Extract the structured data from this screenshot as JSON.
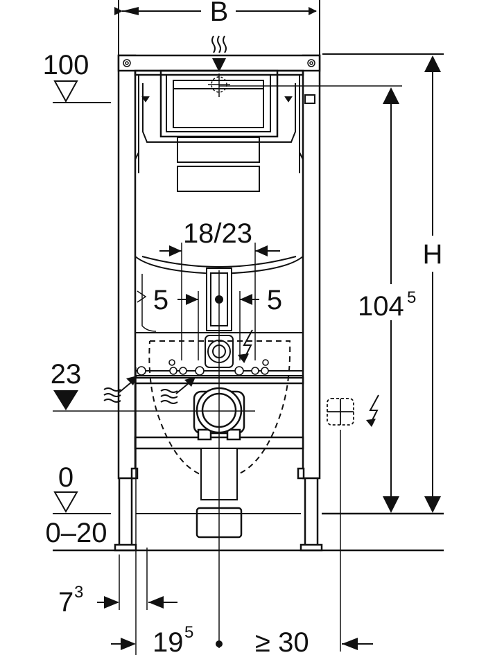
{
  "labels": {
    "width": "B",
    "height": "H",
    "level_top": "100",
    "level_mid": "23",
    "level_floor": "0",
    "floor_range": "0–20",
    "spacing": "18/23",
    "offset_left": "5",
    "offset_right": "5",
    "frame_height_main": "104",
    "frame_height_sup": "5",
    "dim_bottom_left_main": "7",
    "dim_bottom_left_sup": "3",
    "dim_bottom_mid_main": "19",
    "dim_bottom_mid_sup": "5",
    "dim_bottom_right": "≥ 30"
  },
  "icons": {
    "water_supply": "water-wave-icon",
    "electric": "lightning-icon",
    "level_marker": "level-triangle-icon"
  },
  "colors": {
    "line": "#111111",
    "frame_fill": "#ffffff"
  }
}
